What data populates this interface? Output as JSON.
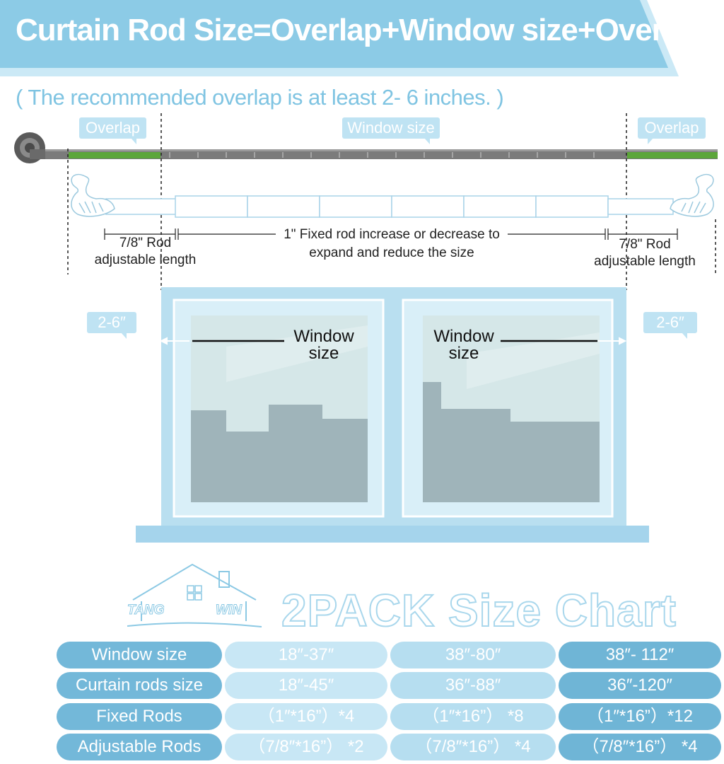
{
  "header": {
    "title": "Curtain Rod Size=Overlap+Window size+Overlap",
    "subtitle": "( The recommended overlap is at least 2- 6 inches. )"
  },
  "measure": {
    "overlap_left": "Overlap",
    "window_size": "Window size",
    "overlap_right": "Overlap"
  },
  "rod": {
    "left_adjustable": "7/8\"  Rod\nadjustable length",
    "fixed_rod_line1": "1\" Fixed rod  increase or decrease to",
    "fixed_rod_line2": "expand and reduce the size",
    "right_adjustable": "7/8\"  Rod\nadjustable length"
  },
  "window": {
    "gap_left": "2-6″",
    "gap_right": "2-6″",
    "left_pane_label_line1": "Window",
    "left_pane_label_line2": "size",
    "right_pane_label_line1": "Window",
    "right_pane_label_line2": "size"
  },
  "brand": {
    "word1": "TANG",
    "word2": "WIN",
    "chart_heading": "2PACK Size Chart"
  },
  "size_table": {
    "rows": [
      {
        "label": "Window size",
        "values": [
          "18″-37″",
          "38″-80″",
          "38″- 112″"
        ]
      },
      {
        "label": "Curtain rods size",
        "values": [
          "18″-45″",
          "36″-88″",
          "36″-120″"
        ]
      },
      {
        "label": "Fixed Rods",
        "values": [
          "（1″*16”）*4",
          "（1″*16”） *8",
          "（1″*16”）*12"
        ]
      },
      {
        "label": "Adjustable Rods",
        "values": [
          "（7/8″*16”） *2",
          "（7/8″*16”） *4",
          "（7/8″*16”） *4"
        ]
      }
    ]
  },
  "colors": {
    "banner": "#8ccbe6",
    "light_blue": "#bfe3f3",
    "window_frame": "#b9dff0",
    "overlap_green": "#5ca63a"
  }
}
